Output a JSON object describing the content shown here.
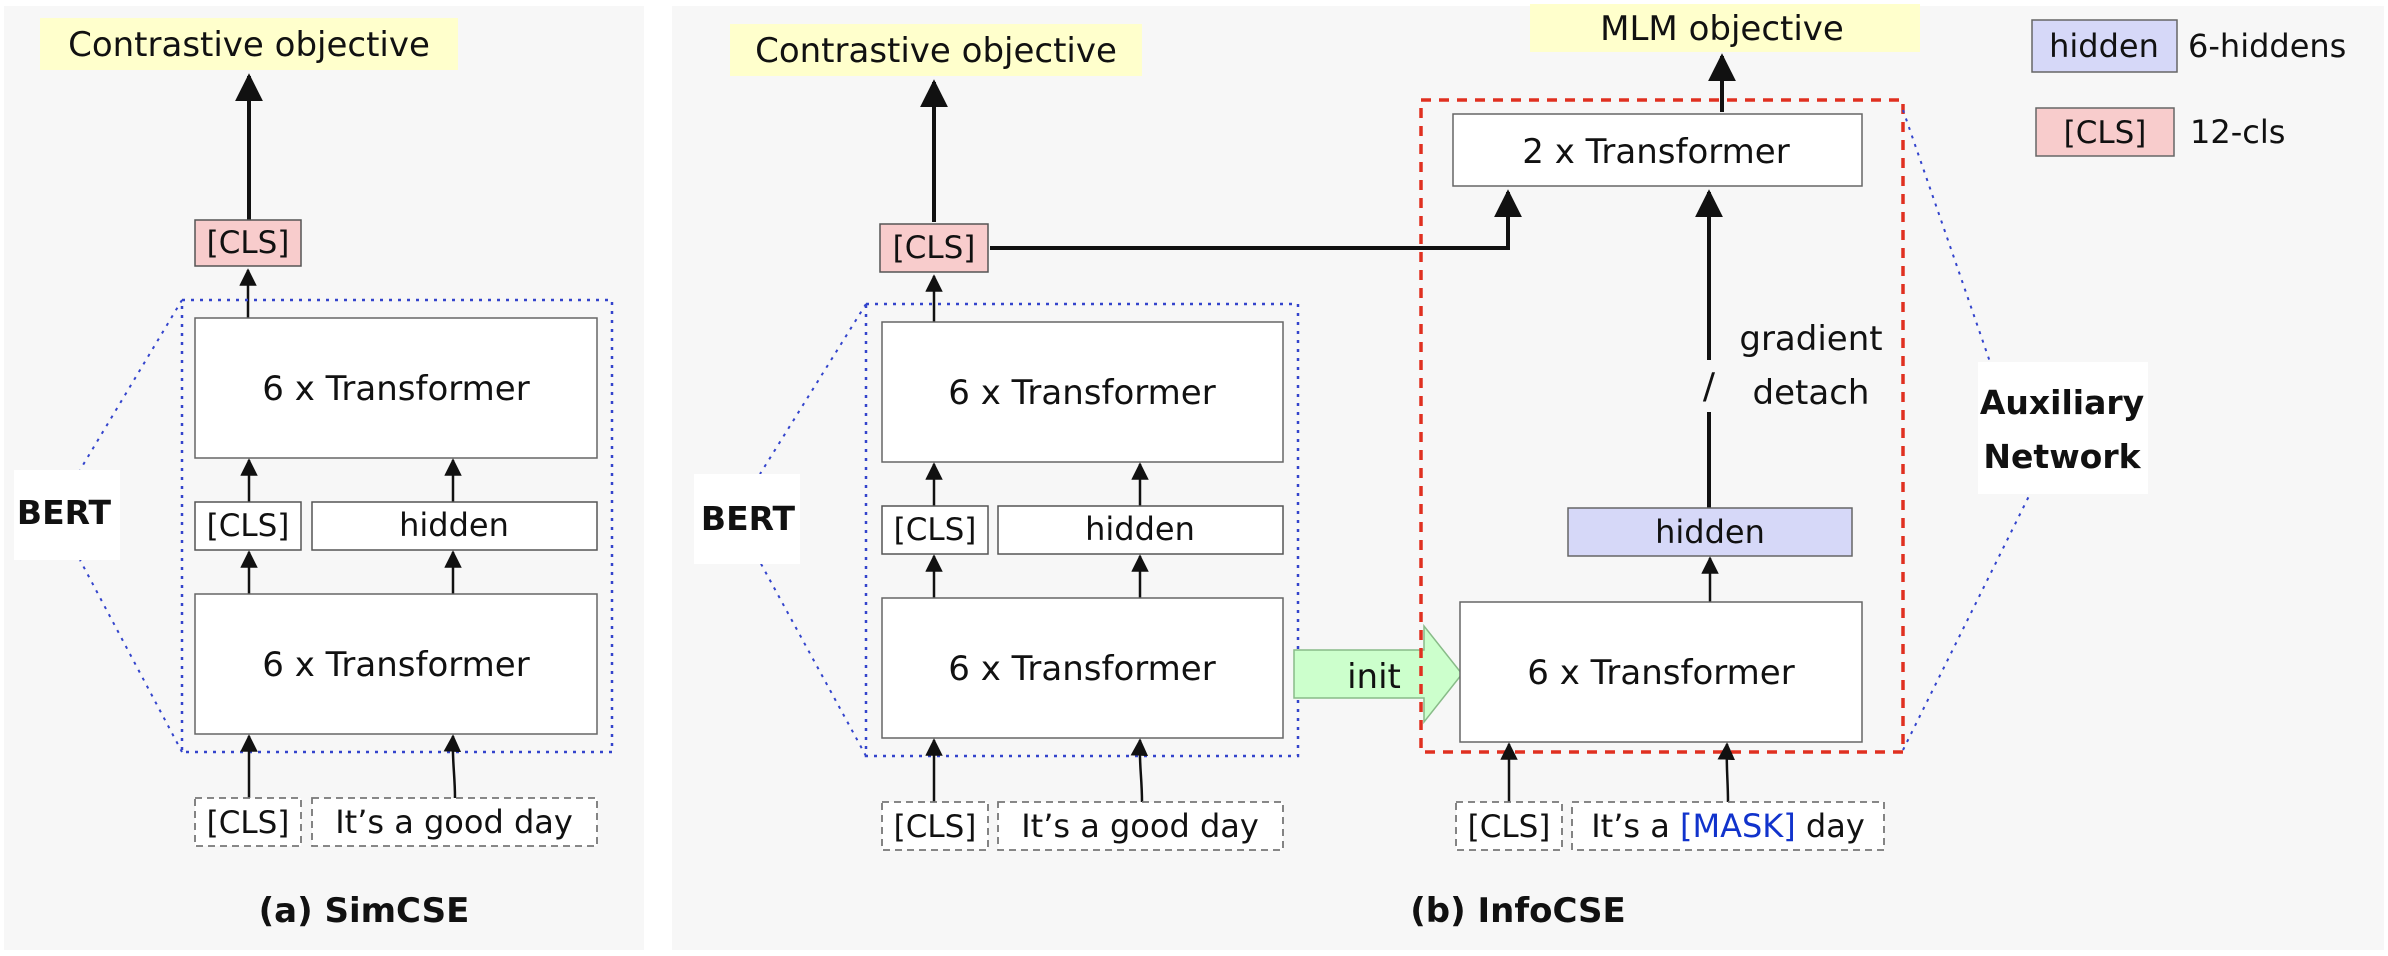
{
  "panel_a": {
    "objective": "Contrastive objective",
    "cls_out": "[CLS]",
    "side_label": "BERT",
    "upper_block": "6 x Transformer",
    "mid_cls": "[CLS]",
    "mid_hidden": "hidden",
    "lower_block": "6 x Transformer",
    "in_cls": "[CLS]",
    "in_text": "It’s a good day",
    "caption": "(a) SimCSE"
  },
  "panel_b": {
    "objective": "Contrastive objective",
    "mlm_objective": "MLM objective",
    "cls_out": "[CLS]",
    "side_label": "BERT",
    "upper_block": "6 x Transformer",
    "mid_cls": "[CLS]",
    "mid_hidden": "hidden",
    "lower_block": "6 x Transformer",
    "init": "init",
    "aux_top": "2 x Transformer",
    "gradient": "gradient",
    "detach": "detach",
    "detach_mark": "/",
    "aux_hidden": "hidden",
    "aux_bottom": "6 x Transformer",
    "aux_label_1": "Auxiliary",
    "aux_label_2": "Network",
    "in_cls": "[CLS]",
    "in_text": "It’s a good day",
    "aux_in_cls": "[CLS]",
    "aux_in_pre": "It’s a ",
    "aux_in_mask": "[MASK]",
    "aux_in_post": " day",
    "caption": "(b) InfoCSE"
  },
  "legend": {
    "hidden_box": "hidden",
    "hidden_text": "6-hiddens",
    "cls_box": "[CLS]",
    "cls_text": "12-cls"
  },
  "colors": {
    "yellow": "#ffffcc",
    "pink": "#f8cccc",
    "lavender": "#d6d8f8",
    "green": "#ccffcc",
    "blue_dot": "#3344cc",
    "red_dash": "#e03020",
    "mask_blue": "#1133cc",
    "panel_bg": "#f7f7f7"
  }
}
